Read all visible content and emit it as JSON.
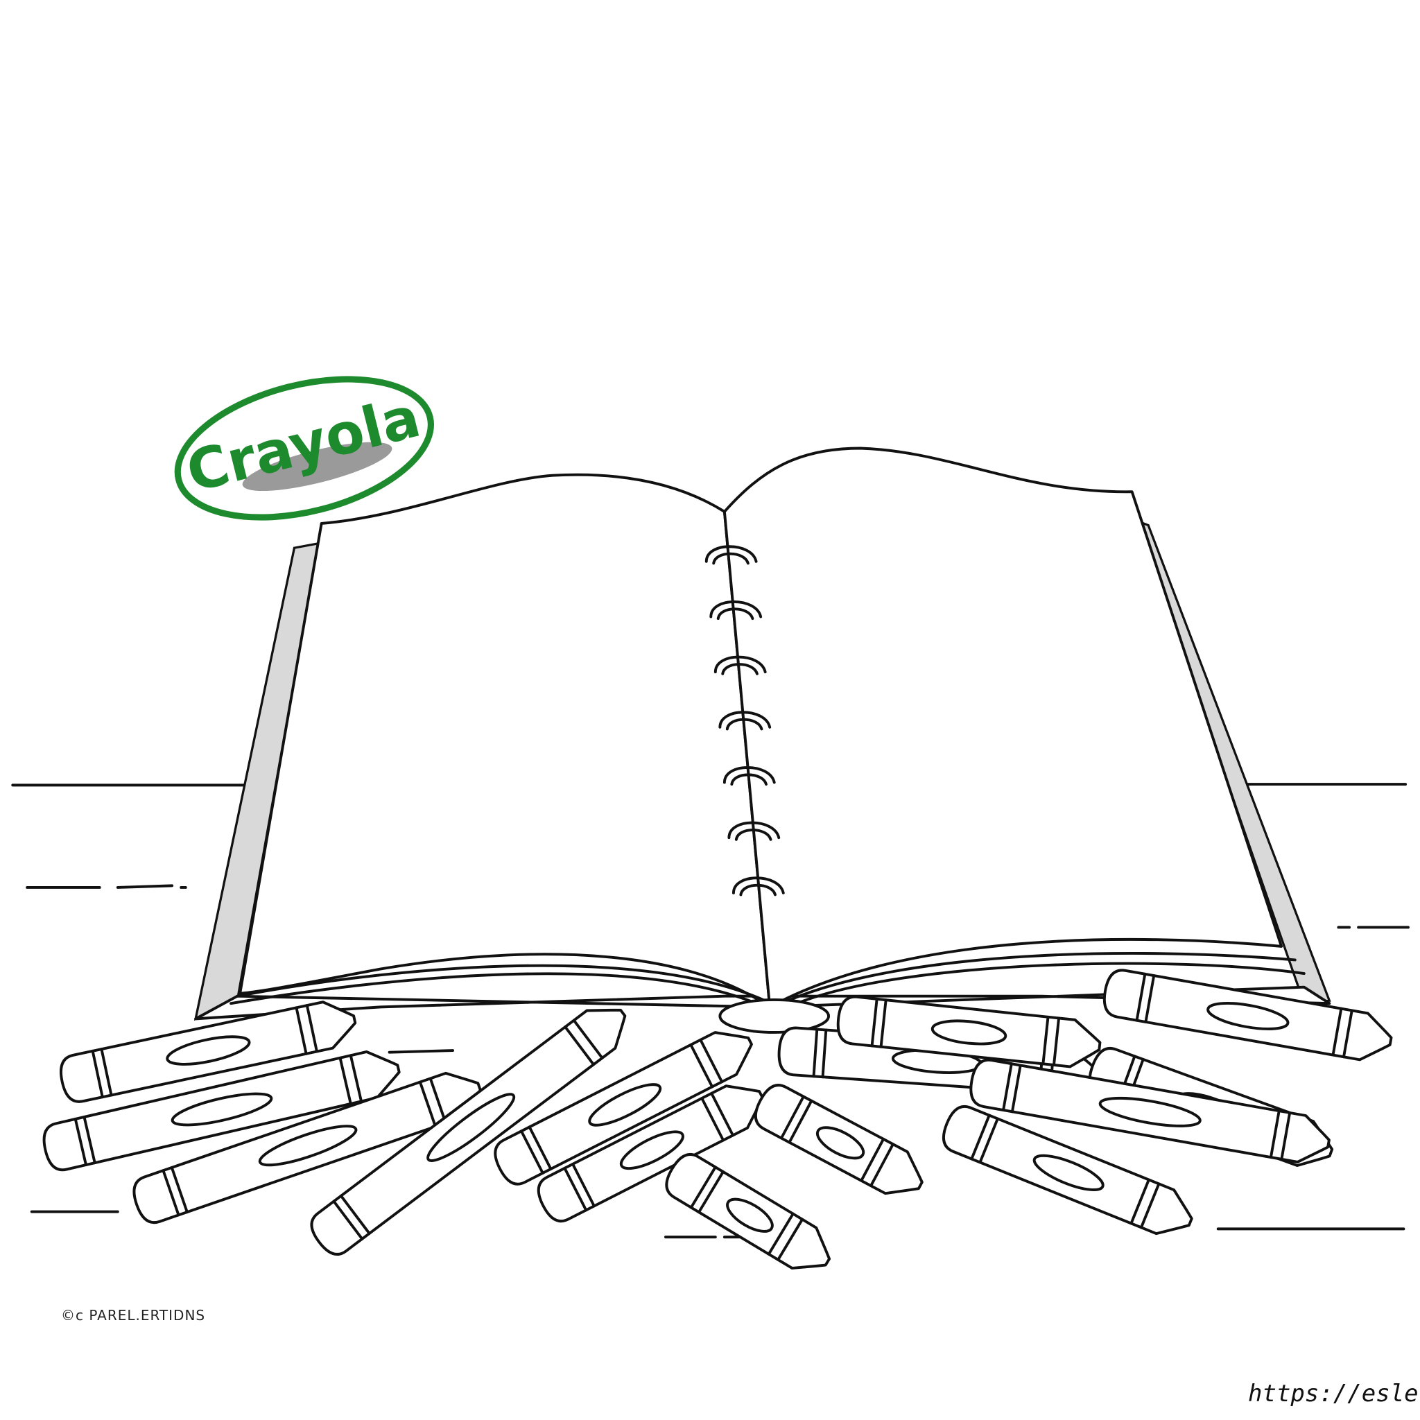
{
  "logo": {
    "text": "Crayola",
    "color": "#1e8a2e",
    "shadow_color": "#9a9a9a"
  },
  "caption": "©c PAREL.ERTIDNS",
  "watermark": "https://esle.io",
  "colors": {
    "line": "#111111",
    "background": "#ffffff"
  }
}
